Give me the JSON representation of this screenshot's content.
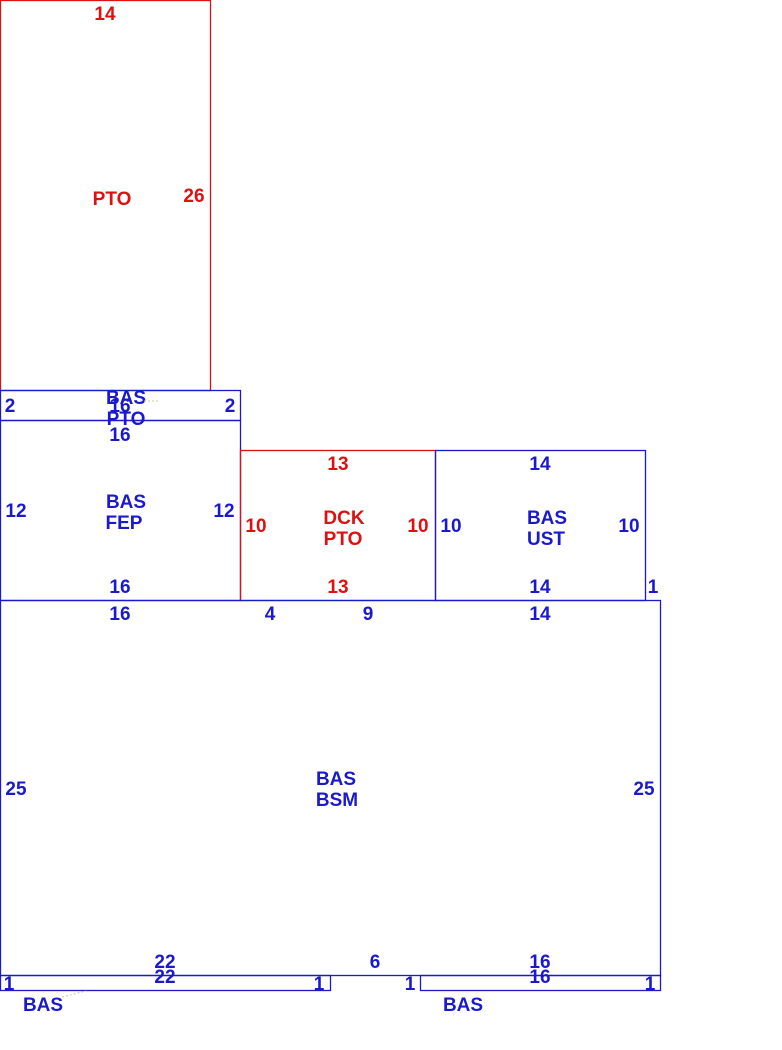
{
  "colors": {
    "blue": "#1a1acc",
    "red": "#dd1111"
  },
  "areas": {
    "pto_top": {
      "color": "red",
      "name": "PTO",
      "top": "14",
      "right": "26"
    },
    "bas_pto": {
      "color": "blue",
      "name1": "BAS",
      "name2": "PTO",
      "center": "16",
      "left": "2",
      "right": "2"
    },
    "bas_fep": {
      "color": "blue",
      "name1": "BAS",
      "name2": "FEP",
      "top": "16",
      "left": "12",
      "right": "12",
      "bottom": "16"
    },
    "dck_pto": {
      "color": "red",
      "name1": "DCK",
      "name2": "PTO",
      "top": "13",
      "left": "10",
      "right": "10",
      "bottom": "13"
    },
    "bas_ust": {
      "color": "blue",
      "name1": "BAS",
      "name2": "UST",
      "top": "14",
      "left": "10",
      "right": "10",
      "bottom": "14",
      "corner": "1"
    },
    "bas_bsm": {
      "color": "blue",
      "name1": "BAS",
      "name2": "BSM",
      "top_left": "16",
      "top_mid1": "4",
      "top_mid2": "9",
      "top_right": "14",
      "left": "25",
      "right": "25",
      "bottom_left": "22",
      "bottom_mid": "6",
      "bottom_right": "16"
    },
    "bas_left_strip": {
      "color": "blue",
      "name": "BAS",
      "top": "22",
      "left": "1",
      "right": "1"
    },
    "bas_right_strip": {
      "color": "blue",
      "name": "BAS",
      "top": "16",
      "left": "1",
      "right": "1"
    }
  }
}
